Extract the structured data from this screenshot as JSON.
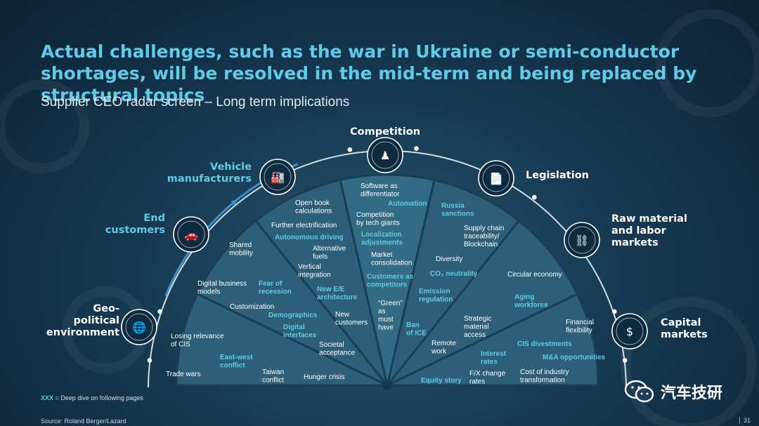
{
  "title": "Actual challenges, such as the war in Ukraine or semi-conductor shortages, will be resolved in the mid-term and being replaced by structural topics",
  "subtitle": "Supplier CEO radar screen – Long term implications",
  "colors": {
    "accent": "#5fcbe6",
    "segment": "#2d5f78",
    "text": "#ffffff"
  },
  "categories": [
    {
      "label": [
        "Geo-",
        "political",
        "environment"
      ],
      "highlight": false,
      "icon": "globe-icon"
    },
    {
      "label": [
        "End",
        "customers"
      ],
      "highlight": true,
      "icon": "car-icon"
    },
    {
      "label": [
        "Vehicle",
        "manufacturers"
      ],
      "highlight": true,
      "icon": "factory-icon"
    },
    {
      "label": [
        "Competition"
      ],
      "highlight": false,
      "icon": "chess-icon"
    },
    {
      "label": [
        "Legislation"
      ],
      "highlight": false,
      "icon": "document-icon"
    },
    {
      "label": [
        "Raw material",
        "and labor",
        "markets"
      ],
      "highlight": false,
      "icon": "materials-icon"
    },
    {
      "label": [
        "Capital",
        "markets"
      ],
      "highlight": false,
      "icon": "money-icon"
    }
  ],
  "items": [
    {
      "text": [
        "Losing relevance",
        "of CIS"
      ],
      "hl": false
    },
    {
      "text": [
        "East-west",
        "conflict"
      ],
      "hl": true
    },
    {
      "text": [
        "Trade wars"
      ],
      "hl": false
    },
    {
      "text": [
        "Taiwan",
        "conflict"
      ],
      "hl": false
    },
    {
      "text": [
        "Hunger crisis"
      ],
      "hl": false
    },
    {
      "text": [
        "Customization"
      ],
      "hl": false
    },
    {
      "text": [
        "Demographics"
      ],
      "hl": true
    },
    {
      "text": [
        "Digital",
        "interfaces"
      ],
      "hl": true
    },
    {
      "text": [
        "Societal",
        "acceptance"
      ],
      "hl": false
    },
    {
      "text": [
        "Digital business",
        "models"
      ],
      "hl": false
    },
    {
      "text": [
        "Fear of",
        "recession"
      ],
      "hl": true
    },
    {
      "text": [
        "Shared",
        "mobility"
      ],
      "hl": false
    },
    {
      "text": [
        "Further electrification"
      ],
      "hl": false
    },
    {
      "text": [
        "Autonomous driving"
      ],
      "hl": true
    },
    {
      "text": [
        "Open book",
        "calculations"
      ],
      "hl": false
    },
    {
      "text": [
        "Alternative",
        "fuels"
      ],
      "hl": false
    },
    {
      "text": [
        "Vertical",
        "integration"
      ],
      "hl": false
    },
    {
      "text": [
        "New E/E",
        "architecture"
      ],
      "hl": true
    },
    {
      "text": [
        "New",
        "customers"
      ],
      "hl": false
    },
    {
      "text": [
        "Software as",
        "differentiator"
      ],
      "hl": false
    },
    {
      "text": [
        "Automation"
      ],
      "hl": true
    },
    {
      "text": [
        "Competition",
        "by tech giants"
      ],
      "hl": false
    },
    {
      "text": [
        "Localization",
        "adjustments"
      ],
      "hl": true
    },
    {
      "text": [
        "Market",
        "consolidation"
      ],
      "hl": false
    },
    {
      "text": [
        "Customers as",
        "competitors"
      ],
      "hl": true
    },
    {
      "text": [
        "\"Green\"",
        "as",
        "must",
        "have"
      ],
      "hl": false
    },
    {
      "text": [
        "Russia",
        "sanctions"
      ],
      "hl": true
    },
    {
      "text": [
        "Diversity"
      ],
      "hl": false
    },
    {
      "text": [
        "CO₂ neutrality"
      ],
      "hl": true
    },
    {
      "text": [
        "Emission",
        "regulation"
      ],
      "hl": true
    },
    {
      "text": [
        "Ban",
        "of ICE"
      ],
      "hl": true
    },
    {
      "text": [
        "Supply chain",
        "traceability/",
        "Blockchain"
      ],
      "hl": false
    },
    {
      "text": [
        "Circular economy"
      ],
      "hl": false
    },
    {
      "text": [
        "Aging",
        "workforce"
      ],
      "hl": true
    },
    {
      "text": [
        "Strategic",
        "material",
        "access"
      ],
      "hl": false
    },
    {
      "text": [
        "Remote",
        "work"
      ],
      "hl": false
    },
    {
      "text": [
        "Financial",
        "flexibility"
      ],
      "hl": false
    },
    {
      "text": [
        "CIS divestments"
      ],
      "hl": true
    },
    {
      "text": [
        "Interest",
        "rates"
      ],
      "hl": true
    },
    {
      "text": [
        "M&A opportunities"
      ],
      "hl": true
    },
    {
      "text": [
        "Cost of industry",
        "transformation"
      ],
      "hl": false
    },
    {
      "text": [
        "F/X change",
        "rates"
      ],
      "hl": false
    },
    {
      "text": [
        "Equity story"
      ],
      "hl": true
    }
  ],
  "footnote": {
    "marker": "XXX",
    "text": " = Deep dive on following pages"
  },
  "source": "Source: Roland Berger/Lazard",
  "page_number": "31",
  "watermark": "汽车技研"
}
